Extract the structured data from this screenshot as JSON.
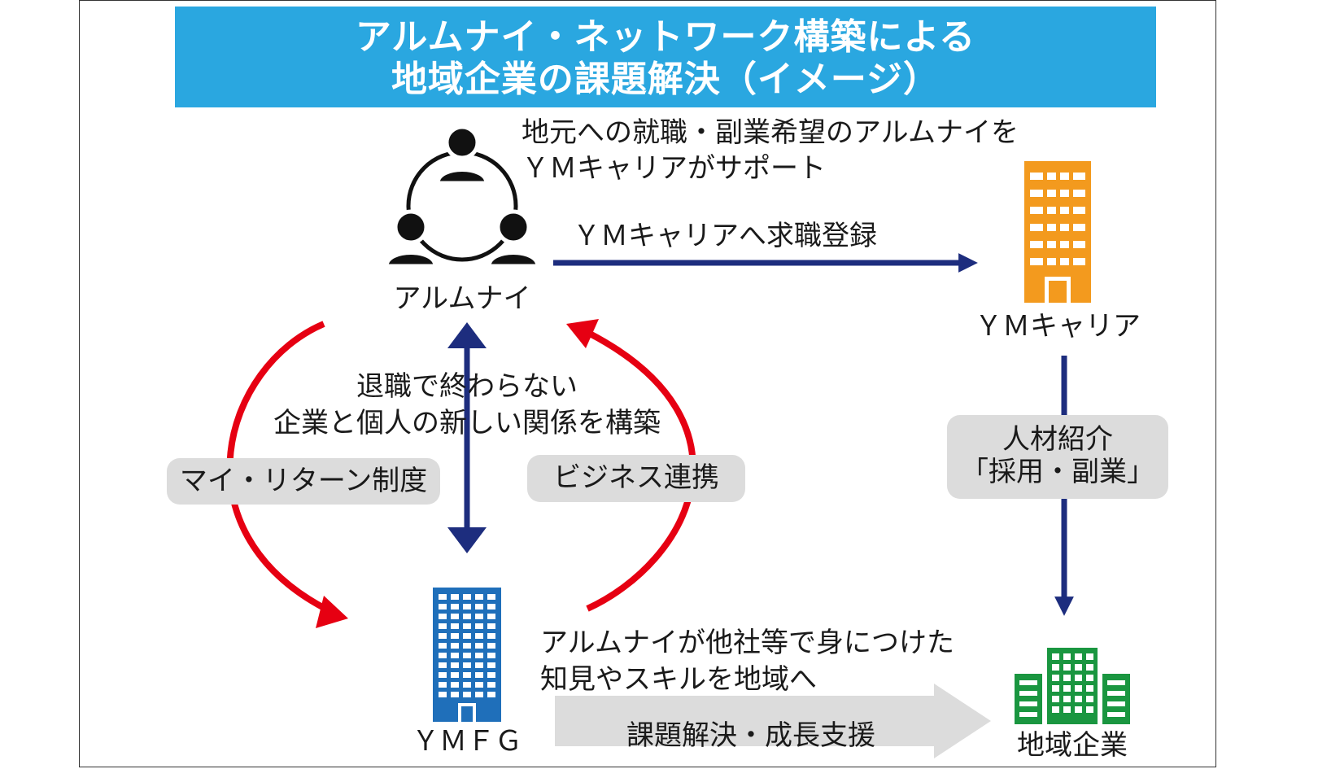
{
  "title": {
    "line1": "アルムナイ・ネットワーク構築による",
    "line2": "地域企業の課題解決（イメージ）"
  },
  "nodes": {
    "alumni": "アルムナイ",
    "ym_career": "ＹＭキャリア",
    "ymfg": "ＹＭＦＧ",
    "local_companies": "地域企業"
  },
  "notes": {
    "support_line1": "地元への就職・副業希望のアルムナイを",
    "support_line2": "ＹＭキャリアがサポート",
    "register": "ＹＭキャリアへ求職登録",
    "relationship_line1": "退職で終わらない",
    "relationship_line2": "企業と個人の新しい関係を構築",
    "knowledge_line1": "アルムナイが他社等で身につけた",
    "knowledge_line2": "知見やスキルを地域へ"
  },
  "pills": {
    "my_return": "マイ・リターン制度",
    "business": "ビジネス連携",
    "referral_line1": "人材紹介",
    "referral_line2": "「採用・副業」"
  },
  "bottom_arrow": "課題解決・成長支援",
  "colors": {
    "title_bg": "#2aa7e0",
    "navy_arrow": "#1d2d7e",
    "red_arrow": "#e60012",
    "ymfg_building": "#1f6fba",
    "career_building": "#f39a1e",
    "company_building": "#1a9640",
    "pill_bg": "#dcdcdc"
  }
}
